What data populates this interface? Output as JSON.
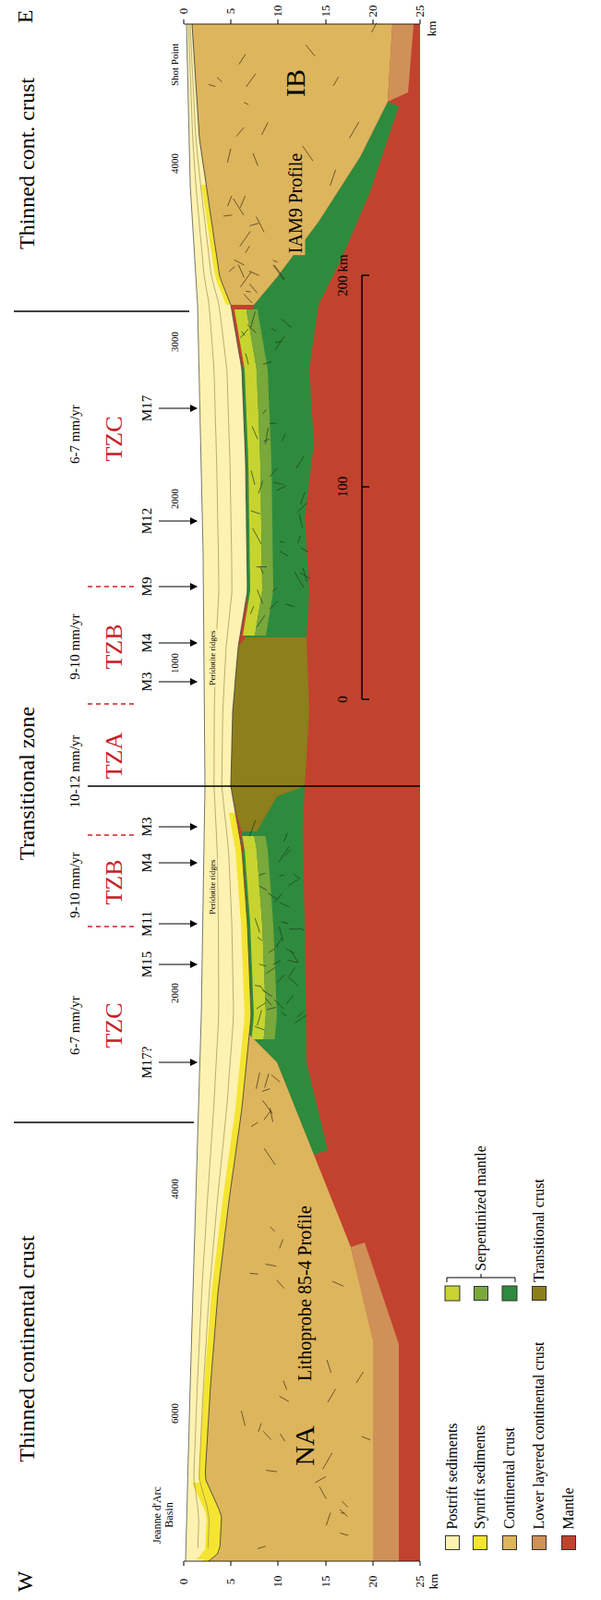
{
  "diagram": {
    "labels": [
      "Thinned cont. crust",
      "Transitional zone",
      "Thinned continental crust",
      "E",
      "W",
      "6-7 mm/yr",
      "TZC",
      "9-10 mm/yr",
      "TZB",
      "10-12 mm/yr",
      "TZA",
      "9-10 mm/yr",
      "TZB",
      "6-7 mm/yr",
      "TZC",
      "M17",
      "M12",
      "M9",
      "M4",
      "M3",
      "M3",
      "M4",
      "M11",
      "M15",
      "M17?",
      "Shot Point",
      "4000",
      "3000",
      "2000",
      "1000",
      "2000",
      "4000",
      "6000",
      "Peridotite ridges",
      "Peridotite ridges",
      "Jeanne d'Arc Basin",
      "IB",
      "IAM9 Profile",
      "NA",
      "Lithoprobe 85-4 Profile",
      "0",
      "100",
      "200 km",
      "0",
      "5",
      "10",
      "15",
      "20",
      "25",
      "km",
      "0",
      "5",
      "10",
      "15",
      "20",
      "25",
      "km"
    ],
    "legend": [
      {
        "text": "Postrift sediments",
        "color": "#fdf2b0"
      },
      {
        "text": "Synrift sediments",
        "color": "#f5e430"
      },
      {
        "text": "Continental crust",
        "color": "#ddb55c"
      },
      {
        "text": "Lower layered continental crust",
        "color": "#cf9158"
      },
      {
        "text": "Mantle",
        "color": "#c1432e"
      },
      {
        "text": "Serpentinized mantle",
        "color": "#79a83b"
      },
      {
        "text": "Transitional crust",
        "color": "#8c7f1c"
      }
    ]
  }
}
